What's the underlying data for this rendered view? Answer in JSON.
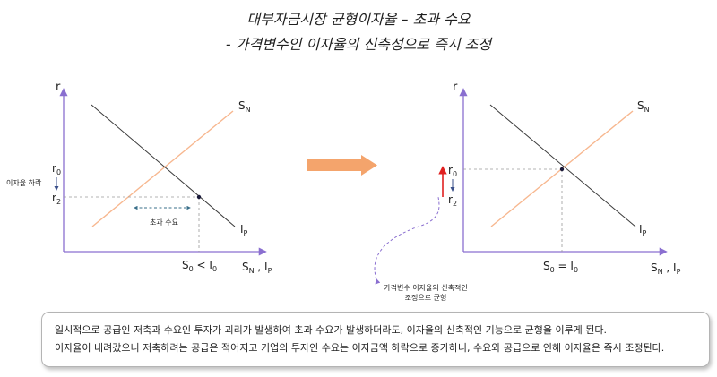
{
  "title": {
    "line1": "대부자금시장 균형이자율 – 초과 수요",
    "line2": "- 가격변수인 이자율의 신축성으로 즉시 조정"
  },
  "left_graph": {
    "y_axis_label": "r",
    "supply_label": "S",
    "supply_sub": "N",
    "demand_label": "I",
    "demand_sub": "P",
    "r0": "r",
    "r0_sub": "0",
    "r2": "r",
    "r2_sub": "2",
    "rate_fall_note": "이자율 하락",
    "excess_demand_label": "초과 수요",
    "x_axis_label": "S",
    "x_axis_sub1": "N",
    "x_axis_sep": " , I",
    "x_axis_sub2": "P",
    "condition": {
      "s": "S",
      "s_sub": "0",
      "op": " < I",
      "i_sub": "0"
    }
  },
  "right_graph": {
    "y_axis_label": "r",
    "supply_label": "S",
    "supply_sub": "N",
    "demand_label": "I",
    "demand_sub": "P",
    "r0": "r",
    "r0_sub": "0",
    "r2": "r",
    "r2_sub": "2",
    "x_axis_label": "S",
    "x_axis_sub1": "N",
    "x_axis_sep": " , I",
    "x_axis_sub2": "P",
    "condition": {
      "s": "S",
      "s_sub": "0",
      "op": " = I",
      "i_sub": "0"
    }
  },
  "callout": {
    "line1": "가격변수 이자율의 신축적인",
    "line2": "조정으로 균형"
  },
  "note": {
    "line1": "일시적으로 공급인 저축과 수요인 투자가 괴리가 발생하여 초과 수요가 발생하더라도, 이자율의 신축적인 기능으로 균형을 이루게 된다.",
    "line2": "이자율이 내려갔으니 저축하려는 공급은 적어지고 기업의 투자인 수요는 이자금액 하락으로 증가하니, 수요와 공급으로 인해 이자율은 즉시 조정된다."
  },
  "colors": {
    "axis": "#8a6fd0",
    "supply_curve": "#f7b78f",
    "demand_curve": "#3a3a3a",
    "guide": "#9a9a9a",
    "arrow": "#f4a46c",
    "red_arrow": "#e02020",
    "dashed_callout": "#8a6fd0"
  }
}
